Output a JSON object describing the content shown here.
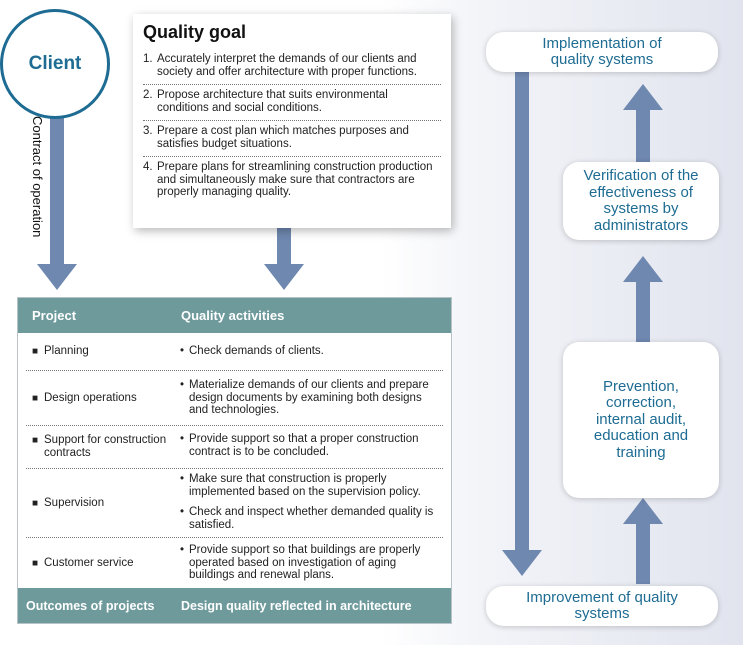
{
  "client": {
    "label": "Client"
  },
  "contract_label": "Contract of operation",
  "quality_goal": {
    "title": "Quality goal",
    "items": [
      {
        "num": "1.",
        "text": "Accurately interpret the demands of our clients and society and offer architecture with proper functions."
      },
      {
        "num": "2.",
        "text": "Propose architecture that suits environmental conditions and social conditions."
      },
      {
        "num": "3.",
        "text": "Prepare a cost plan which matches purposes and satisfies budget situations."
      },
      {
        "num": "4.",
        "text": "Prepare plans for streamlining construction production and simultaneously make sure that contractors are properly managing quality."
      }
    ]
  },
  "table": {
    "col1_header": "Project",
    "col2_header": "Quality activities",
    "rows": [
      {
        "project": "Planning",
        "activities": [
          "Check demands of clients."
        ]
      },
      {
        "project": "Design operations",
        "activities": [
          "Materialize demands of our clients and prepare design documents by examining both designs and technologies."
        ]
      },
      {
        "project": "Support for construction contracts",
        "activities": [
          "Provide support so that a proper construction contract is to be concluded."
        ]
      },
      {
        "project": "Supervision",
        "activities": [
          "Make sure that construction is properly implemented based on the supervision policy.",
          "Check and inspect whether demanded quality is satisfied."
        ]
      },
      {
        "project": "Customer service",
        "activities": [
          "Provide support so that buildings are properly operated based on investigation of aging buildings and renewal plans."
        ]
      }
    ],
    "footer_col1": "Outcomes of projects",
    "footer_col2": "Design quality reflected in architecture"
  },
  "cycle": {
    "implementation": "Implementation of quality systems",
    "verification": "Verification of the effectiveness of systems by administrators",
    "prevention": "Prevention, correction, internal audit, education and training",
    "improvement": "Improvement of quality systems"
  },
  "colors": {
    "brand_blue": "#1e6c93",
    "arrow": "#6f88b0",
    "table_header": "#6f9a9c"
  }
}
